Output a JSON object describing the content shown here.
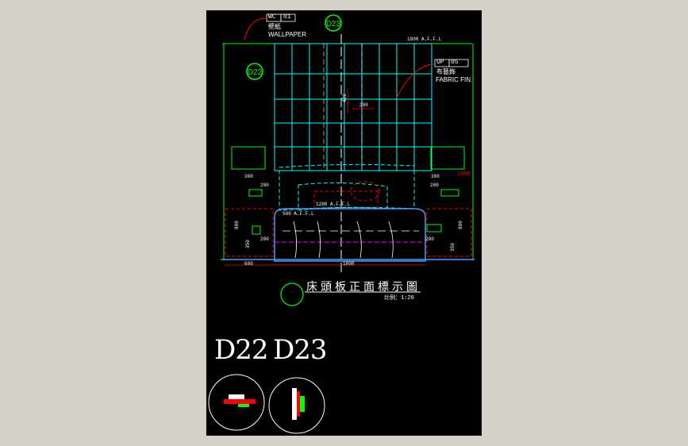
{
  "drawing": {
    "wall_tag_code": "WC",
    "wall_tag_num": "01",
    "wall_material_cn": "壁紙",
    "wall_material_en": "WALLPAPER",
    "upholstery_tag_code": "UP",
    "upholstery_tag_num": "05",
    "upholstery_material_cn": "布藝飾",
    "upholstery_material_en": "FABRIC FIN.",
    "marker_top": "D23",
    "marker_left": "D22",
    "dim_top_level": "1800 A.F.F.L",
    "dim_panel_height": "420",
    "dim_panel_width": "200",
    "dim_lamp_left": "300",
    "dim_lamp_right": "300",
    "dim_right_height": "1050",
    "dim_sw_left": "200",
    "dim_sw_right": "200",
    "dim_mid_level": "1200 A.F.F.L",
    "dim_bed_level": "500 A.F.F.L",
    "dim_table_h_left": "800",
    "dim_table_h_right": "800",
    "dim_base_left": "350",
    "dim_base_right": "350",
    "dim_socket_left": "200",
    "dim_socket_right": "200",
    "dim_table_width": "600",
    "dim_bed_width": "1800",
    "title_cn": "床頭板正面標示圖",
    "scale_label": "比例：1:20",
    "detail_left": "D22",
    "detail_right": "D23"
  },
  "colors": {
    "background": "#000000",
    "cyan": "#00ffff",
    "green": "#00ff00",
    "red": "#ff0000",
    "magenta": "#ff00ff",
    "white": "#ffffff",
    "blue": "#4040ff"
  }
}
